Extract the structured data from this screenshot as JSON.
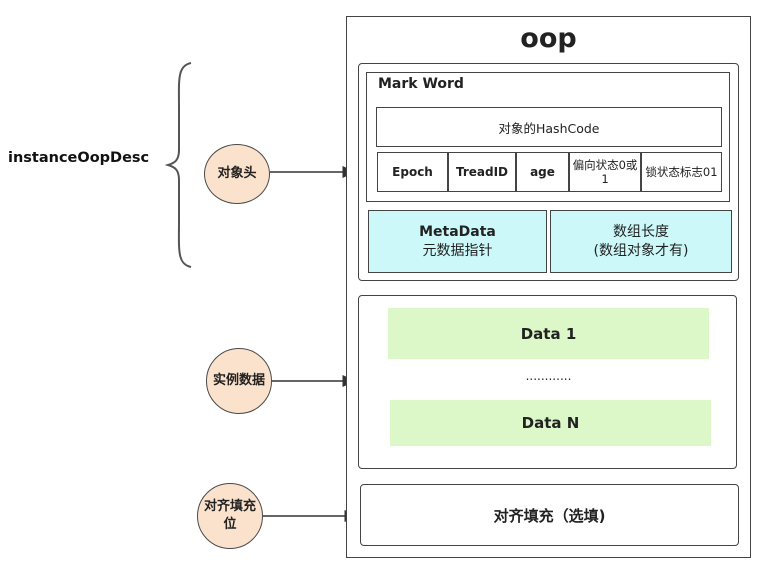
{
  "left": {
    "instance_label": "instanceOopDesc",
    "circle_header": "对象头",
    "circle_instance": "实例数据",
    "circle_padding": "对齐填充位"
  },
  "oop": {
    "title": "oop",
    "mark_word": {
      "title": "Mark Word",
      "hashcode": "对象的HashCode",
      "cells": {
        "epoch": "Epoch",
        "thread_id": "TreadID",
        "age": "age",
        "biased": "偏向状态0或1",
        "lock": "锁状态标志01"
      }
    },
    "metadata": {
      "line1": "MetaData",
      "line2": "元数据指针"
    },
    "array_length": {
      "line1": "数组长度",
      "line2": "(数组对象才有)"
    },
    "instance_data": {
      "data1": "Data 1",
      "dots": "............",
      "dataN": "Data N"
    },
    "padding": "对齐填充（选填)"
  }
}
